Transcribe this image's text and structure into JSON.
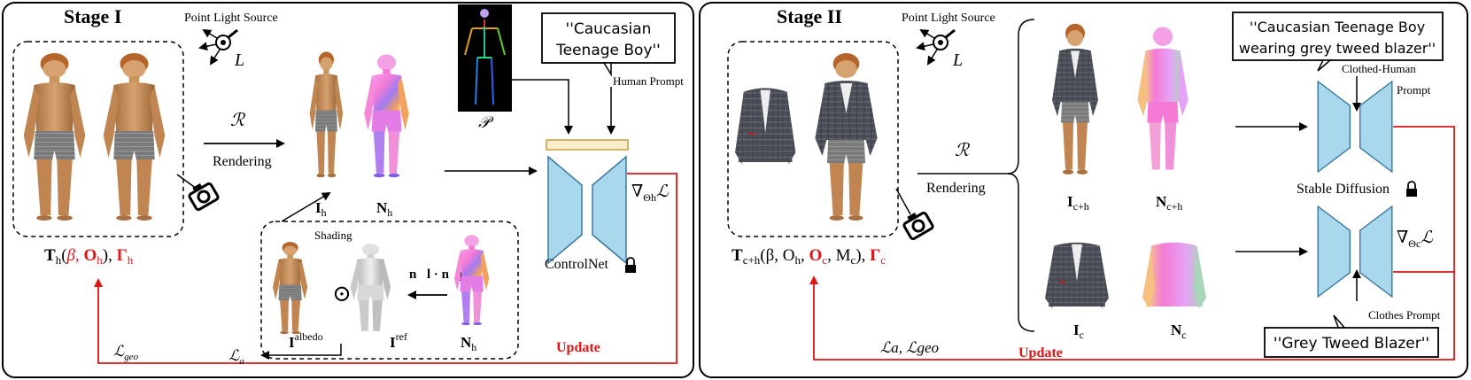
{
  "stage1": {
    "title": "Stage I",
    "point_light": "Point Light Source",
    "light_symbol": "L",
    "render_symbol": "ℛ",
    "rendering": "Rendering",
    "image_I_h": "I",
    "image_I_h_sub": "h",
    "image_N_h": "N",
    "image_N_h_sub": "h",
    "pose_symbol": "𝒫",
    "human_prompt_text_line1": "''Caucasian",
    "human_prompt_text_line2": "Teenage Boy''",
    "human_prompt_label": "Human Prompt",
    "grad_label": "∇",
    "grad_sub": "Θh",
    "grad_L": "ℒ",
    "controlnet": "ControlNet",
    "shading": "Shading",
    "odot": "⊙",
    "ndot": "n⃗l · n⃗p",
    "i_albedo": "I",
    "i_albedo_sup": "albedo",
    "i_ref": "I",
    "i_ref_sup": "ref",
    "n_h2": "N",
    "n_h2_sub": "h",
    "l_geo": "ℒ",
    "l_geo_sub": "geo",
    "l_a": "ℒ",
    "l_a_sub": "a",
    "update": "Update",
    "formula": {
      "T": "T",
      "T_sub": "h",
      "open": "(",
      "beta": "β",
      "comma1": ", ",
      "O": "O",
      "O_sub": "h",
      "close": "), ",
      "gamma": "Γ",
      "gamma_sub": "h"
    }
  },
  "stage2": {
    "title": "Stage II",
    "point_light": "Point Light Source",
    "light_symbol": "L",
    "render_symbol": "ℛ",
    "rendering": "Rendering",
    "img_Ich": "I",
    "img_Ich_sub": "c+h",
    "img_Nch": "N",
    "img_Nch_sub": "c+h",
    "img_Ic": "I",
    "img_Ic_sub": "c",
    "img_Nc": "N",
    "img_Nc_sub": "c",
    "clothed_prompt_line1": "''Caucasian Teenage Boy",
    "clothed_prompt_line2": "wearing grey tweed blazer''",
    "clothed_human_label": "Clothed-Human",
    "prompt_label": "Prompt",
    "stable_diffusion": "Stable Diffusion",
    "grad_label": "∇",
    "grad_sub": "Θc",
    "grad_L": "ℒ",
    "clothes_prompt_label": "Clothes Prompt",
    "clothes_prompt_text": "''Grey Tweed Blazer''",
    "loss": "ℒa, ℒgeo",
    "update": "Update",
    "formula": {
      "T": "T",
      "T_sub": "c+h",
      "part1": "(β, O",
      "part1_sub": "h",
      "part2": ", ",
      "Oc": "O",
      "Oc_sub": "c",
      "part3": ", M",
      "Mc_sub": "c",
      "part4": "), ",
      "gamma": "Γ",
      "gamma_sub": "c"
    }
  },
  "colors": {
    "unet_fill": "#a9d8ec",
    "unet_stroke": "#3a78a0",
    "red": "#e01515",
    "prompt_bar": "#fbeccb",
    "prompt_bar_stroke": "#c8a040",
    "skin": "#c8955f",
    "shorts": "#7a7a7a",
    "hair": "#b5652a",
    "blazer": "#4a4d55",
    "normal_pink": "#f47ad6",
    "normal_purple": "#a07cf0",
    "normal_orange": "#f2a15e",
    "gray_mesh": "#d4d4d4"
  }
}
